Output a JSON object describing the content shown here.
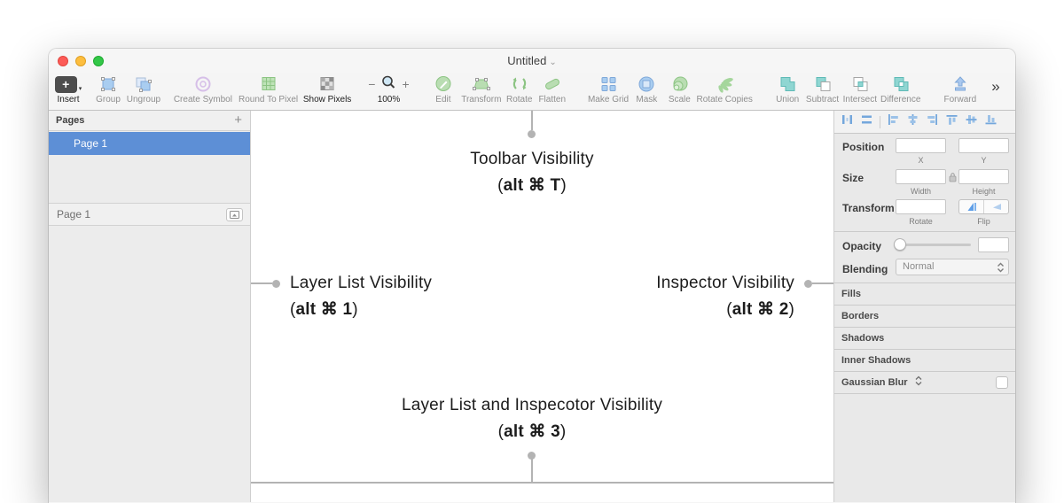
{
  "window": {
    "title": "Untitled",
    "title_chevron": "⌄"
  },
  "toolbar": {
    "insert": {
      "label": "Insert",
      "plus_glyph": "+",
      "caret": "▾"
    },
    "items": [
      {
        "label": "Group"
      },
      {
        "label": "Ungroup"
      },
      {
        "label": "Create Symbol"
      },
      {
        "label": "Round To Pixel"
      },
      {
        "label": "Show Pixels"
      },
      {
        "label": "Edit"
      },
      {
        "label": "Transform"
      },
      {
        "label": "Rotate"
      },
      {
        "label": "Flatten"
      },
      {
        "label": "Make Grid"
      },
      {
        "label": "Mask"
      },
      {
        "label": "Scale"
      },
      {
        "label": "Rotate Copies"
      },
      {
        "label": "Union"
      },
      {
        "label": "Subtract"
      },
      {
        "label": "Intersect"
      },
      {
        "label": "Difference"
      },
      {
        "label": "Forward"
      }
    ],
    "zoom": {
      "minus": "−",
      "plus": "+",
      "level": "100%"
    },
    "overflow": "»"
  },
  "sidebar": {
    "pages_header": "Pages",
    "add_page": "+",
    "selected_page": "Page 1",
    "artboard_item": "Page 1"
  },
  "annotations": {
    "toolbar_visibility": {
      "title": "Toolbar Visibility",
      "open": "(",
      "keys": "alt ⌘ T",
      "close": ")"
    },
    "layer_list": {
      "title": "Layer List Visibility",
      "open": "(",
      "keys": "alt ⌘ 1",
      "close": ")"
    },
    "inspector": {
      "title": "Inspector Visibility",
      "open": "(",
      "keys": "alt ⌘ 2",
      "close": ")"
    },
    "both": {
      "title": "Layer List and Inspecotor Visibility",
      "open": "(",
      "keys": "alt ⌘ 3",
      "close": ")"
    }
  },
  "inspector_panel": {
    "position_label": "Position",
    "x_label": "X",
    "y_label": "Y",
    "size_label": "Size",
    "width_label": "Width",
    "height_label": "Height",
    "transform_label": "Transform",
    "rotate_label": "Rotate",
    "flip_label": "Flip",
    "opacity_label": "Opacity",
    "opacity_value": "",
    "blending_label": "Blending",
    "blending_value": "Normal",
    "fields": {
      "x": "",
      "y": "",
      "width": "",
      "height": "",
      "rotate": ""
    },
    "sections": [
      "Fills",
      "Borders",
      "Shadows",
      "Inner Shadows",
      "Gaussian Blur"
    ]
  },
  "colors": {
    "selection_blue": "#5d8fd6",
    "annotation_gray": "#b3b3b3",
    "icon_green": "#b9ddb2",
    "icon_green_stroke": "#8cc483",
    "icon_blue": "#a9cdf0",
    "icon_blue_stroke": "#7fa8d9",
    "icon_teal": "#8fd6d2",
    "icon_teal_stroke": "#5fbab6",
    "traffic_red": "#fc5b57",
    "traffic_yellow": "#fdbe3f",
    "traffic_green": "#33c748"
  }
}
